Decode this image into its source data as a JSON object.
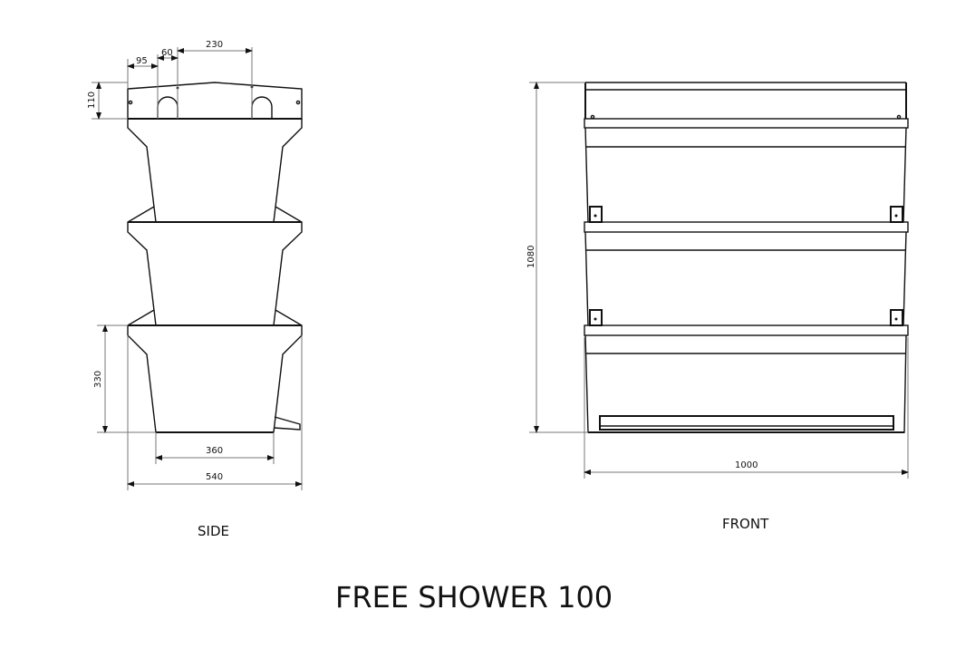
{
  "drawing": {
    "title": "FREE SHOWER 100",
    "views": {
      "side": {
        "label": "SIDE",
        "dimensions": {
          "offset_1": "95",
          "hole_width": "60",
          "hole_spacing": "230",
          "top_height": "110",
          "module_height": "330",
          "base_width": "360",
          "overall_width": "540"
        }
      },
      "front": {
        "label": "FRONT",
        "dimensions": {
          "overall_height": "1080",
          "overall_width": "1000"
        }
      }
    },
    "colors": {
      "line": "#111111",
      "dimension_line": "#777777",
      "background": "#ffffff"
    }
  }
}
